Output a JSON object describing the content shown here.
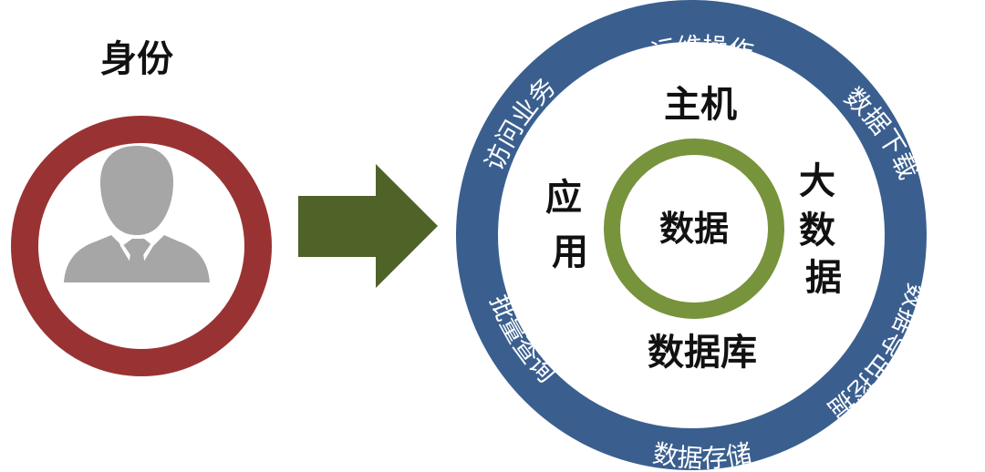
{
  "identity": {
    "label": "身份",
    "ring_color": "#993333",
    "figure_icon": "person-silhouette-icon",
    "figure_color": "#a6a6a6"
  },
  "arrow": {
    "icon": "right-arrow-icon",
    "color": "#4f6228"
  },
  "target": {
    "outer_ring_color": "#3a5f8f",
    "outer_ring_labels": {
      "top": "运维操作",
      "top_right": "数据下载",
      "bottom_right": "数据导出挖掘",
      "bottom": "数据存储",
      "bottom_left": "批量查询",
      "top_left": "访问业务"
    },
    "inner_labels": {
      "top": "主机",
      "left": "应用",
      "right": "大数据",
      "bottom": "数据库"
    },
    "core": {
      "label": "数据",
      "ring_color": "#77933c"
    }
  }
}
